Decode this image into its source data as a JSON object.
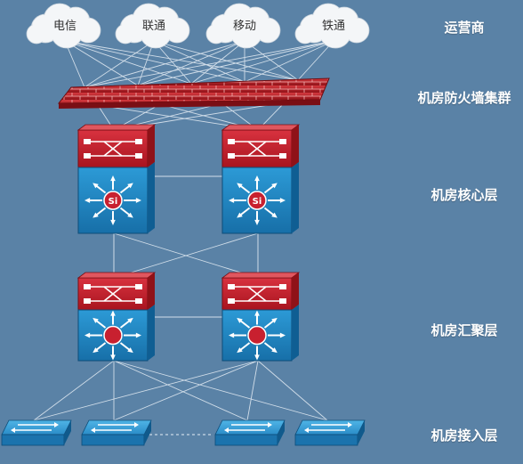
{
  "carriers": [
    "电信",
    "联通",
    "移动",
    "铁通"
  ],
  "layers": [
    "运营商",
    "机房防火墙集群",
    "机房核心层",
    "机房汇聚层",
    "机房接入层"
  ],
  "core_switch_badge": "Si",
  "colors": {
    "background": "#5a82a6",
    "link_line": "#e6eef5",
    "switch_blue": "#1f87c6",
    "switch_red": "#c8202f",
    "firewall_red": "#b81c24",
    "cloud": "#f4f6f8"
  }
}
